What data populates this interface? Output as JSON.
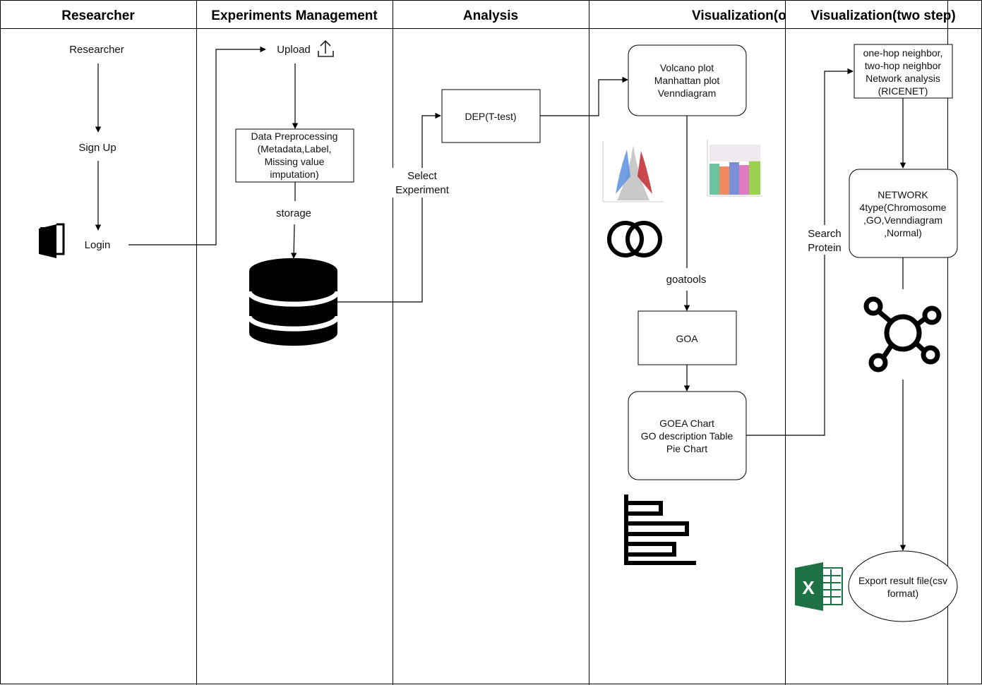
{
  "lanes": [
    {
      "title": "Researcher"
    },
    {
      "title": "Experiments Management"
    },
    {
      "title": "Analysis"
    },
    {
      "title": "Visualization(one step)"
    },
    {
      "title": "Visualization(two step)"
    }
  ],
  "researcher": {
    "researcher_label": "Researcher",
    "signup_label": "Sign Up",
    "login_label": "Login"
  },
  "experiments": {
    "upload_label": "Upload",
    "preprocess_lines": [
      "Data Preprocessing",
      "(Metadata,Label,",
      "Missing value",
      "imputation)"
    ],
    "storage_label": "storage"
  },
  "analysis": {
    "select_lines": [
      "Select",
      "Experiment"
    ],
    "dep_label": "DEP(T-test)"
  },
  "visual_one": {
    "plots_lines": [
      "Volcano plot",
      "Manhattan plot",
      "Venndiagram"
    ],
    "goatools_label": "goatools",
    "goa_label": "GOA",
    "goea_lines": [
      "GOEA Chart",
      "GO description Table",
      "Pie Chart"
    ]
  },
  "visual_two": {
    "neighbor_lines": [
      "one-hop neighbor,",
      "two-hop neighbor",
      "Network analysis",
      "(RICENET)"
    ],
    "search_lines": [
      "Search",
      "Protein"
    ],
    "network_lines": [
      "NETWORK",
      "4type(Chromosome",
      ",GO,Venndiagram",
      ",Normal)"
    ],
    "export_lines": [
      "Export result file(csv",
      "format)"
    ]
  },
  "icons": [
    "door-icon",
    "upload-icon",
    "database-icon",
    "volcano-plot-thumbnail",
    "manhattan-plot-thumbnail",
    "venn-icon",
    "bar-chart-icon",
    "network-icon",
    "excel-icon"
  ],
  "colors": {
    "volcano_blue": "#5b8fe0",
    "volcano_red": "#c0282d",
    "excel_green": "#1f7244",
    "manhattan_series": [
      "#6cc3a0",
      "#f08a5d",
      "#7b8ed6",
      "#e07bc2",
      "#9ad24f"
    ]
  }
}
